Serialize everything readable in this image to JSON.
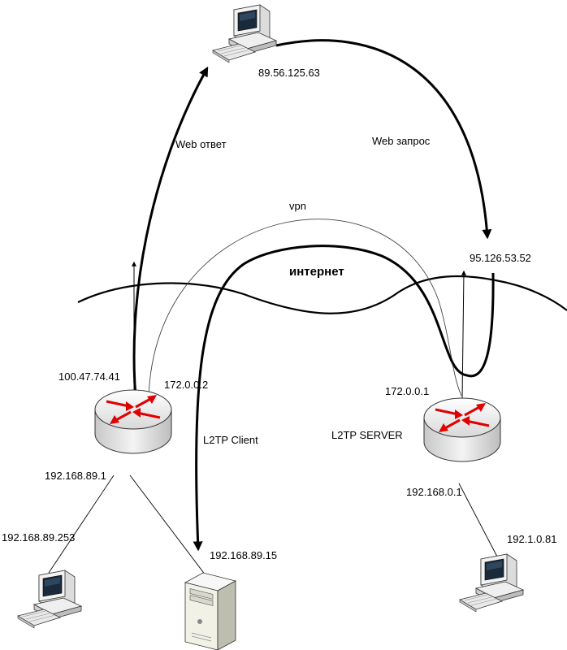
{
  "labels": {
    "remote_host_ip": "89.56.125.63",
    "web_response": "Web ответ",
    "web_request": "Web запрос",
    "vpn": "vpn",
    "server_public_ip": "95.126.53.52",
    "internet": "интернет",
    "client_public_ip": "100.47.74.41",
    "client_tunnel_ip": "172.0.0.2",
    "server_tunnel_ip": "172.0.0.1",
    "l2tp_client": "L2TP Client",
    "l2tp_server": "L2TP SERVER",
    "client_lan_ip": "192.168.89.1",
    "server_lan_ip": "192.168.0.1",
    "client_pc_ip": "192.168.89.253",
    "client_server_ip": "192.168.89.15",
    "server_pc_ip": "192.1.0.81"
  },
  "colors": {
    "line": "#000000",
    "router_arrow": "#e00000",
    "device_body": "#f2f2f2"
  },
  "icons": [
    "desktop-computer-icon",
    "router-icon",
    "tower-server-icon"
  ]
}
